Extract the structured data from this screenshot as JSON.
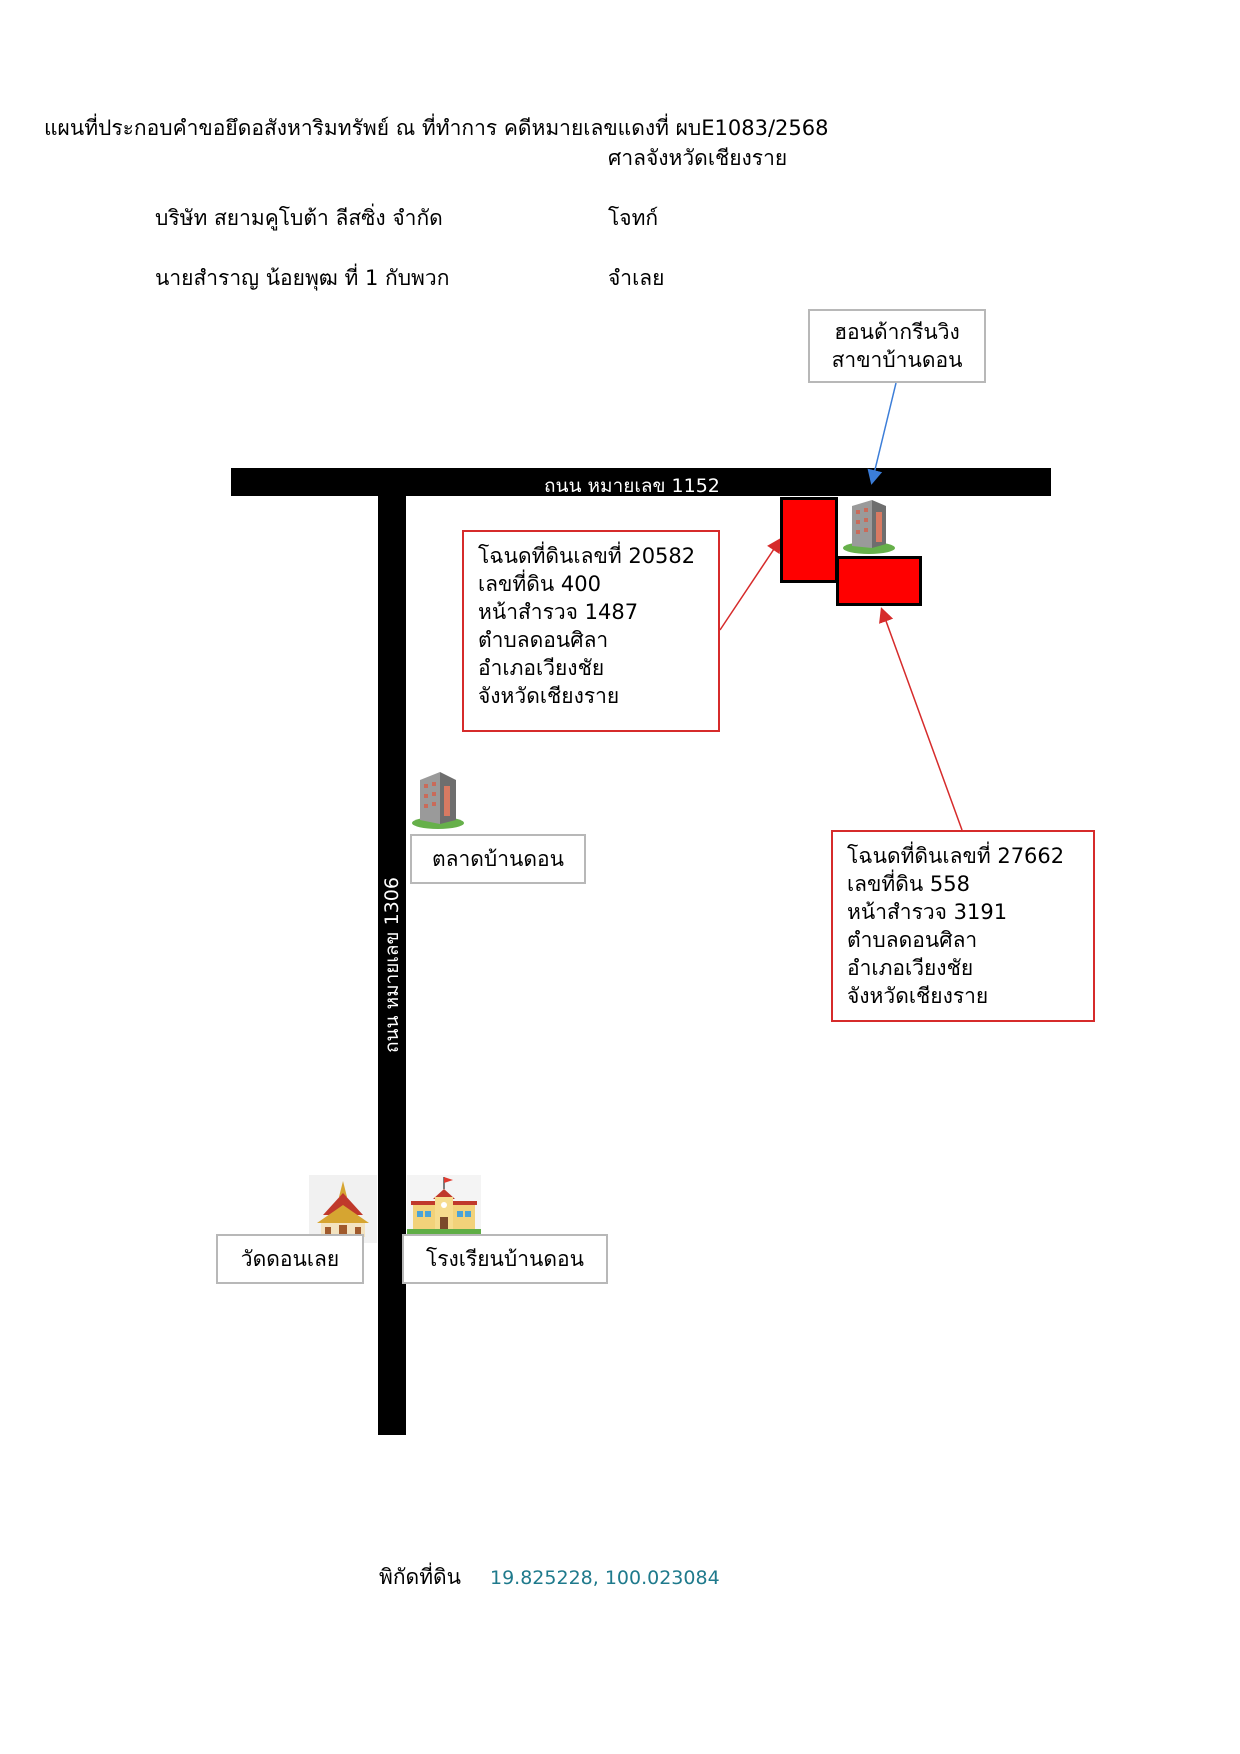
{
  "header": {
    "title_line1": "แผนที่ประกอบคำขอยึดอสังหาริมทรัพย์ ณ ที่ทำการ คดีหมายเลขแดงที่ ผบE1083/2568",
    "court": "ศาลจังหวัดเชียงราย",
    "plaintiff_name": "บริษัท สยามคูโบต้า ลีสซิ่ง จำกัด",
    "plaintiff_role": "โจทก์",
    "defendant_name": "นายสำราญ น้อยพุฒ ที่ 1 กับพวก",
    "defendant_role": "จำเลย"
  },
  "roads": {
    "horizontal_label": "ถนน หมายเลข 1152",
    "vertical_label": "ถนน หมายเลข 1306"
  },
  "landmarks": {
    "honda": [
      "ฮอนด้ากรีนวิง",
      "สาขาบ้านดอน"
    ],
    "market": "ตลาดบ้านดอน",
    "temple": "วัดดอนเลย",
    "school": "โรงเรียนบ้านดอน"
  },
  "parcels": {
    "parcel_1": [
      "โฉนดที่ดินเลขที่ 20582",
      "เลขที่ดิน 400",
      "หน้าสำรวจ 1487",
      "ตำบลดอนศิลา",
      "อำเภอเวียงชัย",
      "จังหวัดเชียงราย"
    ],
    "parcel_2": [
      "โฉนดที่ดินเลขที่ 27662",
      "เลขที่ดิน 558",
      "หน้าสำรวจ 3191",
      "ตำบลดอนศิลา",
      "อำเภอเวียงชัย",
      "จังหวัดเชียงราย"
    ]
  },
  "coordinates": {
    "label": "พิกัดที่ดิน",
    "value": "19.825228, 100.023084"
  },
  "colors": {
    "parcel_fill": "#ff0000",
    "callout_border": "#d62b2b",
    "pointer_blue": "#3b7dd8",
    "coords_text": "#1f7a8c"
  },
  "icons": {
    "building": "building-icon",
    "temple": "temple-icon",
    "school": "school-icon"
  }
}
